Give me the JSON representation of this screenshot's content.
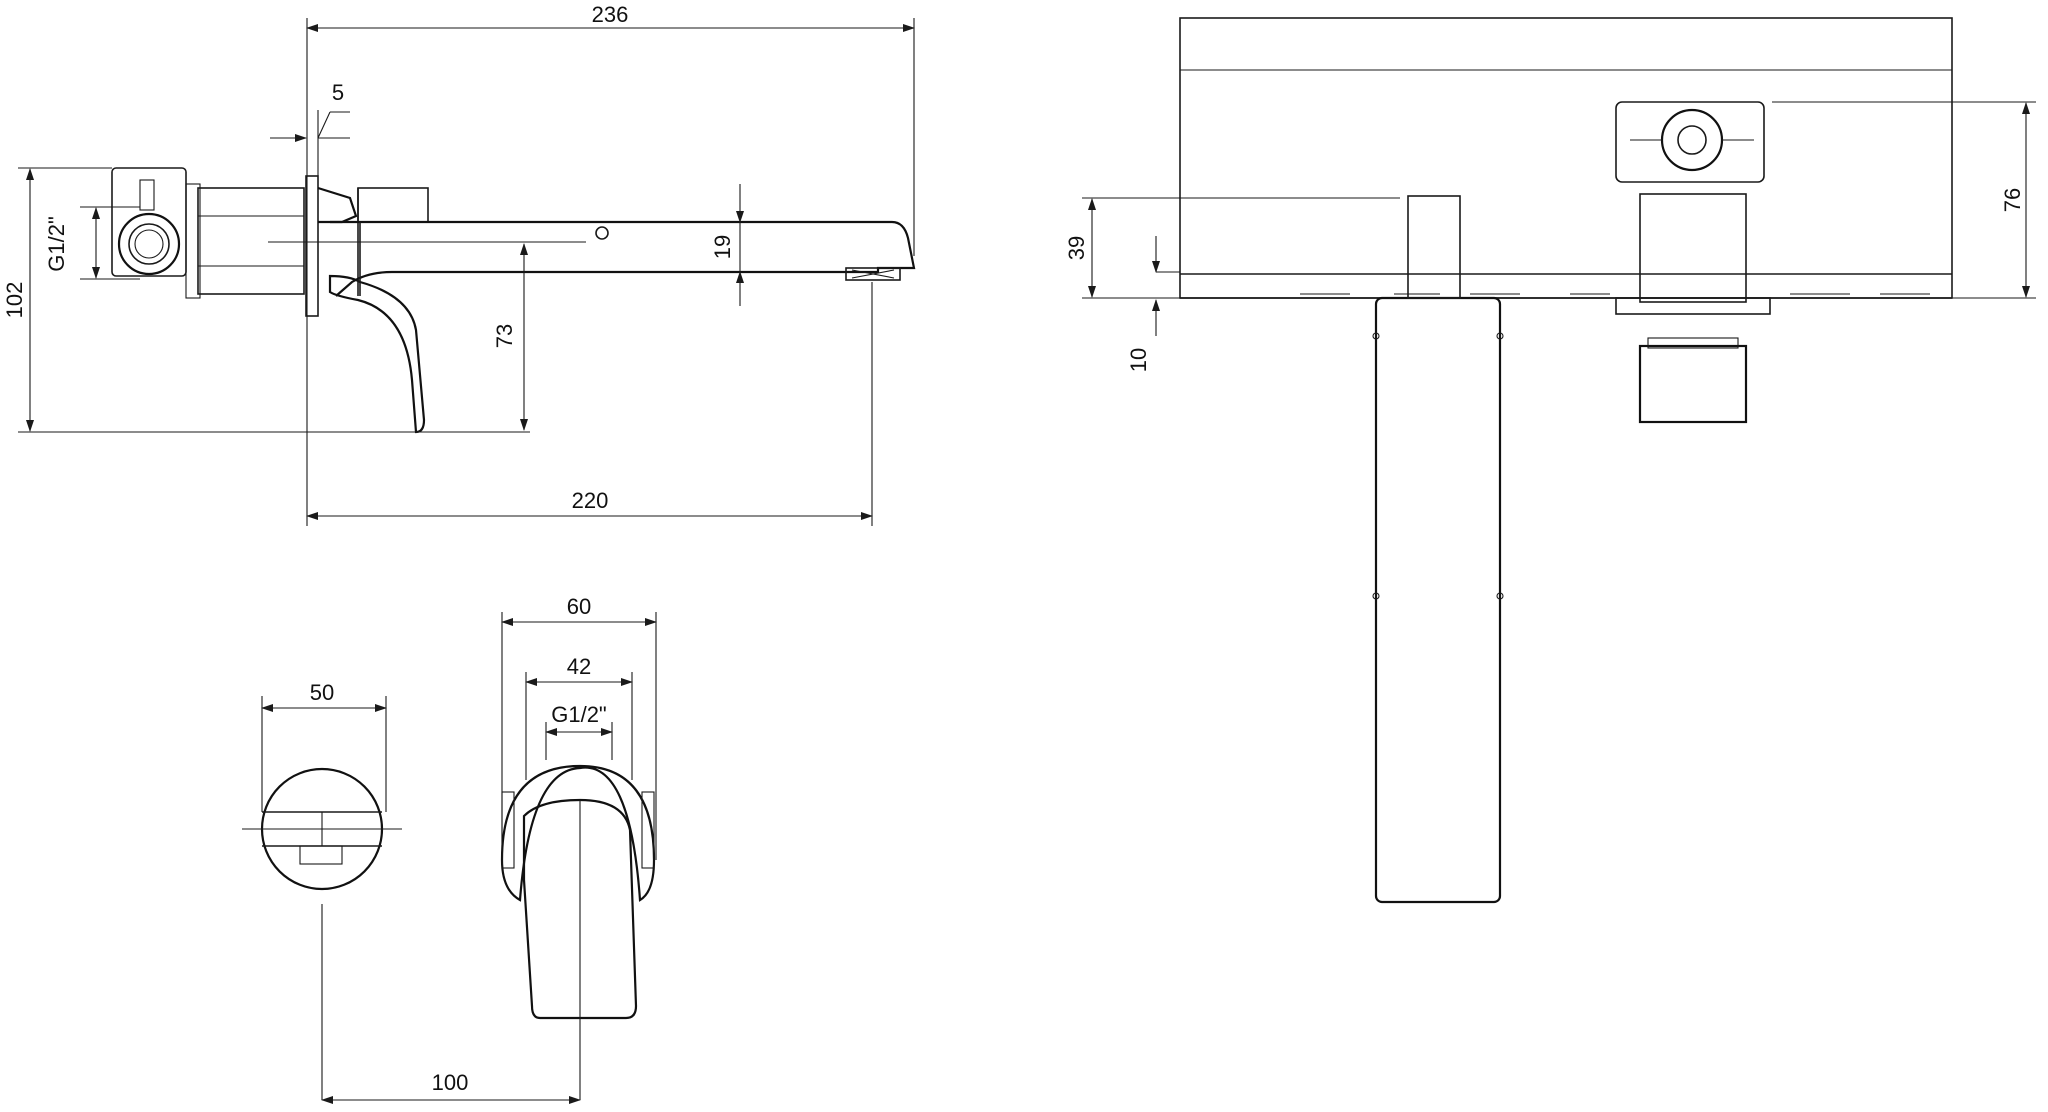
{
  "dimensions": {
    "overall_length": "236",
    "plate_thickness": "5",
    "inlet_thread_side": "G1/2\"",
    "total_height": "102",
    "spout_height": "19",
    "lever_drop": "73",
    "spout_projection": "220",
    "rosette_diameter": "50",
    "body_width": "60",
    "inner_width": "42",
    "inlet_thread_front": "G1/2\"",
    "centre_distance": "100",
    "embed_depth": "39",
    "finish_depth": "10",
    "box_height": "76"
  }
}
